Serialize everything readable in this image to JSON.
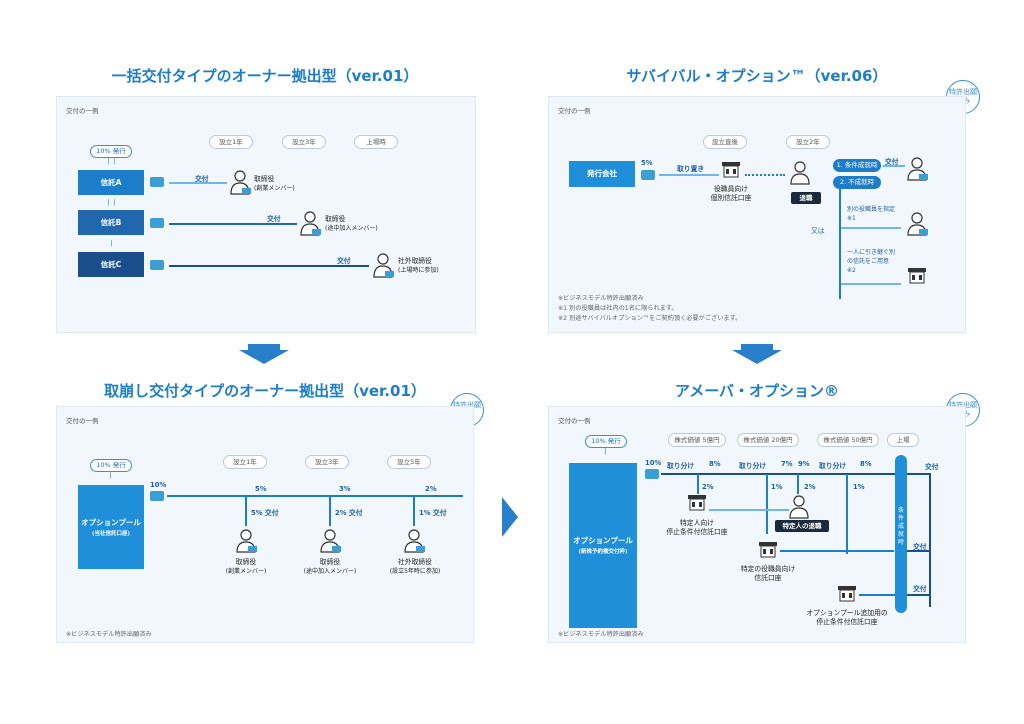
{
  "p1": {
    "title": "一括交付タイプのオーナー拠出型（ver.01）",
    "example": "交付の一例",
    "cols": [
      "設立1年",
      "設立3年",
      "上場時"
    ],
    "issue_pill": "10% 発行",
    "trusts": [
      "信託A",
      "信託B",
      "信託C"
    ],
    "deliver": "交付",
    "roles": [
      {
        "line1": "取締役",
        "line2": "(創業メンバー)"
      },
      {
        "line1": "取締役",
        "line2": "(途中加入メンバー)"
      },
      {
        "line1": "社外取締役",
        "line2": "(上場時に参加)"
      }
    ]
  },
  "p2": {
    "title": "サバイバル・オプション™（ver.06）",
    "example": "交付の一例",
    "badge": "特許出願済み",
    "cols": [
      "設立直後",
      "設立2年"
    ],
    "company": "発行会社",
    "pct": "5%",
    "takeaway": "取り置き",
    "account_l1": "役職員向け",
    "account_l2": "個別信託口座",
    "retire": "退職",
    "cond1": "1. 条件成就時",
    "cond2": "2. 不成就時",
    "deliver": "交付",
    "other_officer": "別の役職員を指定 ※1",
    "or": "又は",
    "succ": "一人に引き継ぐ別の信託をご用意 ※2",
    "notes": [
      "※ビジネスモデル特許出願済み",
      "※1 別の役職員は社内の1名に限られます。",
      "※2 別途サバイバルオプション™をご契約頂く必要がございます。"
    ]
  },
  "p3": {
    "title": "取崩し交付タイプのオーナー拠出型（ver.01）",
    "example": "交付の一例",
    "badge": "特許出願済み",
    "issue_pill": "10% 発行",
    "cols": [
      "設立1年",
      "設立3年",
      "設立5年"
    ],
    "pool_l1": "オプションプール",
    "pool_l2": "(当社信託口座)",
    "pct_main": "10%",
    "pcts": [
      "5%",
      "3%",
      "2%"
    ],
    "delivers": [
      "5% 交付",
      "2% 交付",
      "1% 交付"
    ],
    "roles": [
      {
        "line1": "取締役",
        "line2": "(創業メンバー)"
      },
      {
        "line1": "取締役",
        "line2": "(途中加入メンバー)"
      },
      {
        "line1": "社外取締役",
        "line2": "(設立5年時に参加)"
      }
    ],
    "note": "※ビジネスモデル特許出願済み"
  },
  "p4": {
    "title": "アメーバ・オプション®",
    "example": "交付の一例",
    "badge": "特許出願済み",
    "issue_pill": "10% 発行",
    "cols": [
      "株式価値 5億円",
      "株式価値 20億円",
      "株式価値 50億円",
      "上場"
    ],
    "pool_l1": "オプションプール",
    "pool_l2": "(新株予約権交付枠)",
    "pct_main": "10%",
    "takeaway": "取り分け",
    "pcts_top": [
      "8%",
      "7%",
      "9%",
      "8%"
    ],
    "pcts_down": [
      "2%",
      "1%",
      "2%",
      "1%"
    ],
    "acc1_l1": "特定人向け",
    "acc1_l2": "停止条件付信託口座",
    "retire": "特定人の退職",
    "acc2_l1": "特定の役職員向け",
    "acc2_l2": "信託口座",
    "acc3_l1": "オプションプール追加用の",
    "acc3_l2": "停止条件付信託口座",
    "vbar": "条件成就時",
    "deliver": "交付",
    "note": "※ビジネスモデル特許出願済み"
  },
  "colors": {
    "accent": "#1e7dc8",
    "navy": "#1a4f8b",
    "light": "#6fb7e8"
  }
}
